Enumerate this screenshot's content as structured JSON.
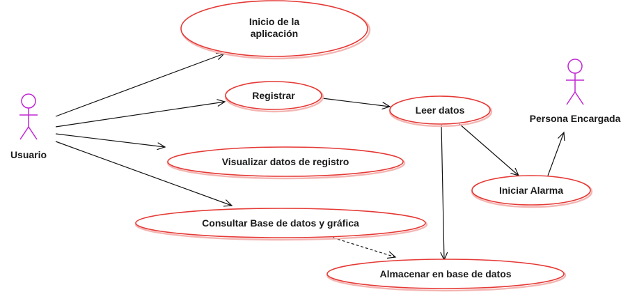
{
  "actors": {
    "usuario": {
      "label": "Usuario",
      "color": "#c026d3"
    },
    "encargada": {
      "label": "Persona Encargada",
      "color": "#c026d3"
    }
  },
  "use_cases": {
    "inicio": {
      "lines": [
        "Inicio de la",
        "aplicación"
      ]
    },
    "registrar": {
      "label": "Registrar"
    },
    "visualizar": {
      "label": "Visualizar datos de registro"
    },
    "consultar": {
      "label": "Consultar Base de datos y gráfica"
    },
    "leer": {
      "label": "Leer datos"
    },
    "alarma": {
      "label": "Iniciar Alarma"
    },
    "almacenar": {
      "label": "Almacenar en base de datos"
    }
  },
  "colors": {
    "use_case_border": "#e53935",
    "actor": "#c026d3",
    "line": "#111111"
  }
}
